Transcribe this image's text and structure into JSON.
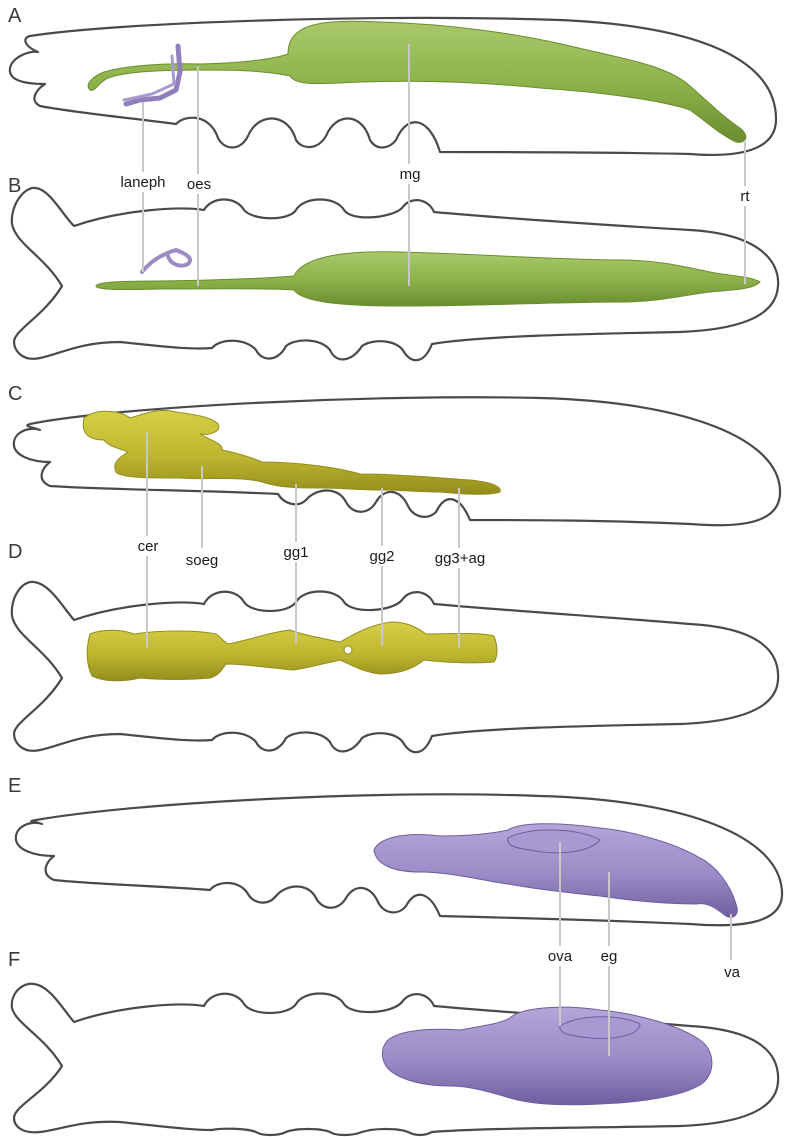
{
  "panels": {
    "a": "A",
    "b": "B",
    "c": "C",
    "d": "D",
    "e": "E",
    "f": "F"
  },
  "labels": {
    "laneph": "laneph",
    "oes": "oes",
    "mg": "mg",
    "rt": "rt",
    "cer": "cer",
    "soeg": "soeg",
    "gg1": "gg1",
    "gg2": "gg2",
    "gg3ag": "gg3+ag",
    "ova": "ova",
    "eg": "eg",
    "va": "va"
  },
  "colors": {
    "digestive": "#8fb34a",
    "digestive_dark": "#6f9232",
    "nervous": "#c2bb30",
    "nervous_dark": "#9c9520",
    "reproductive": "#9b8cc4",
    "reproductive_dark": "#7866a8",
    "outline": "#4a4a4a",
    "leader": "#c8c8c8"
  }
}
